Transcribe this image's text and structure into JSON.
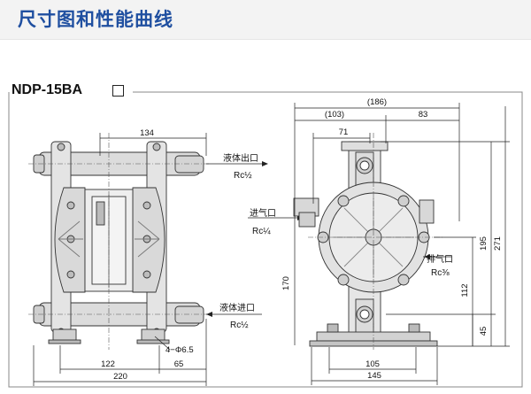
{
  "header": {
    "title": "尺寸图和性能曲线"
  },
  "model": {
    "name": "NDP-15BA",
    "suffix_box": "□"
  },
  "labels": {
    "liquid_outlet": "液体出口",
    "liquid_outlet_size": "Rc½",
    "air_inlet": "进气口",
    "air_inlet_size": "Rc¼",
    "liquid_inlet": "液体进口",
    "liquid_inlet_size": "Rc½",
    "exhaust": "排气口",
    "exhaust_size": "Rc⅜",
    "holes": "4−Φ6.5"
  },
  "dimensions": {
    "front_top": "134",
    "front_bottom_inner": "122",
    "front_bottom_right": "65",
    "front_bottom_total": "220",
    "side_total": "(186)",
    "side_left": "(103)",
    "side_right": "83",
    "side_inner": "71",
    "side_height_170": "170",
    "side_height_195": "195",
    "side_height_271": "271",
    "side_height_112": "112",
    "side_height_45": "45",
    "side_base_105": "105",
    "side_base_145": "145"
  }
}
